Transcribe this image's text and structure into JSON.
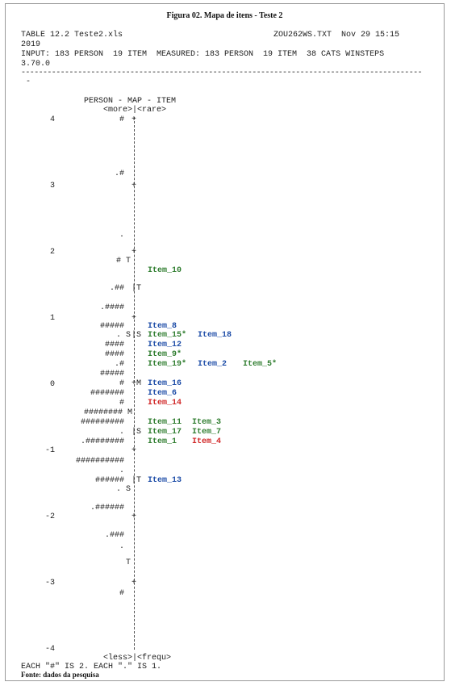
{
  "figure_title": "Figura 02. Mapa de itens - Teste 2",
  "header": {
    "line1_left": "TABLE 12.2 Teste2.xls",
    "line1_right": "ZOU262WS.TXT  Nov 29 15:15",
    "line2": "2019",
    "line3": "INPUT: 183 PERSON  19 ITEM  MEASURED: 183 PERSON  19 ITEM  38 CATS WINSTEPS",
    "line4": "3.70.0",
    "separator": "--------------------------------------------------------------------------------------------------",
    "dash_below": "-"
  },
  "map": {
    "title": "PERSON - MAP - ITEM",
    "top_label": "<more>|<rare>",
    "bottom_label": "<less>|<frequ>",
    "ticks": [
      "4",
      "3",
      "2",
      "1",
      "0",
      "-1",
      "-2",
      "-3",
      "-4"
    ],
    "rows": [
      {
        "persons": "#",
        "mid": "+"
      },
      {
        "persons": ".#",
        "mid": "+"
      },
      {
        "persons": ".",
        "mid": "|"
      },
      {
        "persons": "# T",
        "mid": "+"
      },
      {
        "persons": ".##",
        "mid": "|T"
      },
      {
        "persons": ".####",
        "mid": "|"
      },
      {
        "persons": "#####",
        "mid": "+"
      },
      {
        "persons": ". S",
        "mid": "|S"
      },
      {
        "persons": "####",
        "mid": "|"
      },
      {
        "persons": "####",
        "mid": "|"
      },
      {
        "persons": ".#",
        "mid": "|"
      },
      {
        "persons": "#####",
        "mid": "|"
      },
      {
        "persons": "#",
        "mid": "+M"
      },
      {
        "persons": "#######",
        "mid": "|"
      },
      {
        "persons": "#",
        "mid": "|"
      },
      {
        "persons": "######## M",
        "mid": "|"
      },
      {
        "persons": "#########",
        "mid": "|"
      },
      {
        "persons": ".",
        "mid": "|S"
      },
      {
        "persons": ".########",
        "mid": "|"
      },
      {
        "persons": "##########",
        "mid": "+"
      },
      {
        "persons": ".",
        "mid": "|"
      },
      {
        "persons": "######",
        "mid": "|T"
      },
      {
        "persons": ". S",
        "mid": "|"
      },
      {
        "persons": ".######",
        "mid": "+"
      },
      {
        "persons": ".###",
        "mid": "|"
      },
      {
        "persons": ".",
        "mid": "|"
      },
      {
        "persons": "T",
        "mid": "|"
      },
      {
        "persons": "#",
        "mid": "+"
      }
    ],
    "items": [
      {
        "label": "Item_10",
        "color": "green"
      },
      {
        "label": "Item_8",
        "color": "blue"
      },
      {
        "label": "Item_15*",
        "color": "green"
      },
      {
        "label": "Item_18",
        "color": "blue"
      },
      {
        "label": "Item_12",
        "color": "blue"
      },
      {
        "label": "Item_9*",
        "color": "green"
      },
      {
        "label": "Item_19*",
        "color": "green"
      },
      {
        "label": "Item_2",
        "color": "blue"
      },
      {
        "label": "Item_5*",
        "color": "green"
      },
      {
        "label": "Item_16",
        "color": "blue"
      },
      {
        "label": "Item_6",
        "color": "blue"
      },
      {
        "label": "Item_14",
        "color": "red"
      },
      {
        "label": "Item_11",
        "color": "green"
      },
      {
        "label": "Item_3",
        "color": "green"
      },
      {
        "label": "Item_17",
        "color": "green"
      },
      {
        "label": "Item_7",
        "color": "green"
      },
      {
        "label": "Item_1",
        "color": "green"
      },
      {
        "label": "Item_4",
        "color": "red"
      },
      {
        "label": "Item_13",
        "color": "blue"
      }
    ]
  },
  "footer_note": "EACH \"#\" IS 2. EACH \".\" IS 1.",
  "source": "Fonte: dados da pesquisa",
  "colors": {
    "green": "#2f7d2f",
    "blue": "#1f4ea8",
    "red": "#d02525"
  }
}
